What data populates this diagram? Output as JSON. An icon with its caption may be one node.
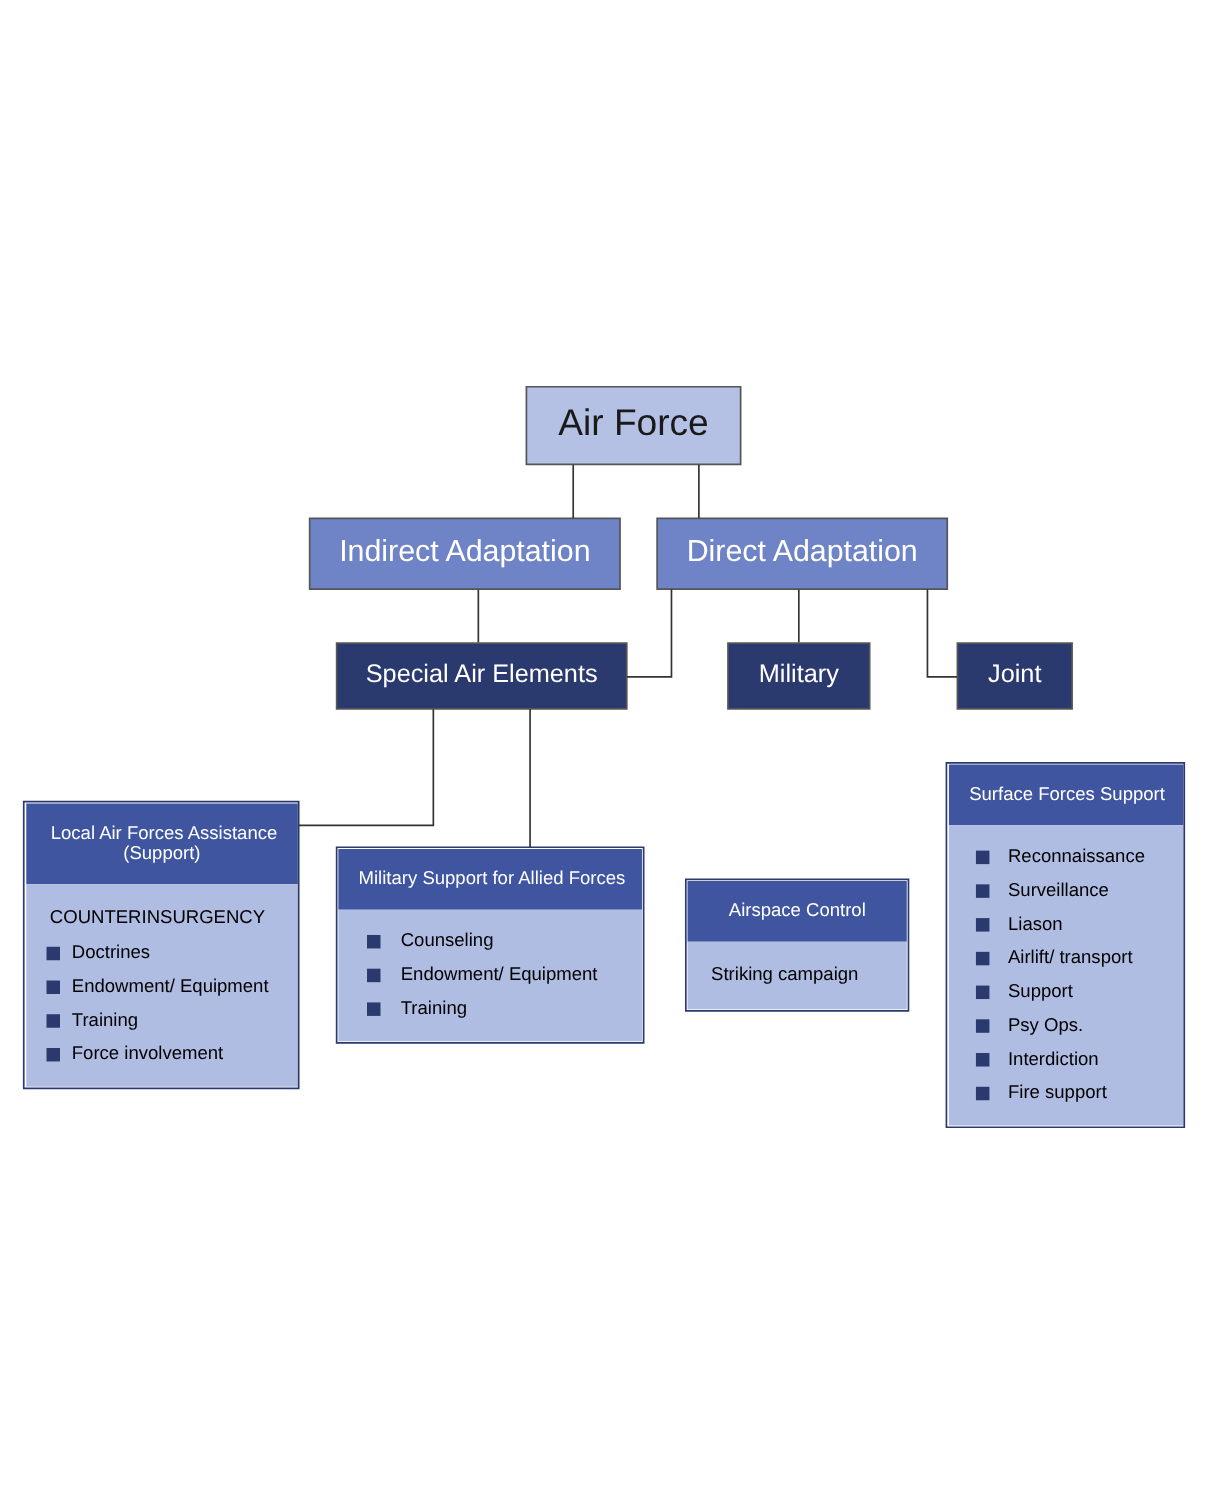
{
  "diagram": {
    "nodes": [
      {
        "text": [
          "Air Force"
        ]
      },
      {
        "text": [
          "Direct Adaptation"
        ]
      },
      {
        "text": [
          "Indirect Adaptation"
        ]
      },
      {
        "text": [
          "Special Air Elements"
        ]
      },
      {
        "text": [
          "Military"
        ]
      },
      {
        "text": [
          "Joint"
        ]
      },
      {
        "text": [
          "Airspace Control",
          "Striking campaign"
        ]
      },
      {
        "text": [
          "Surface Forces Support",
          "Reconnaissance",
          "Surveillance",
          "Liason",
          "Airlift/ transport",
          "Support",
          "Psy Ops.",
          "Interdiction",
          "Fire support"
        ]
      },
      {
        "text": [
          "Local Air Forces Assistance (Support)",
          "COUNTERINSURGENCY",
          "Doctrines",
          "Endowment/ Equipment",
          "Training",
          "Force involvement"
        ]
      },
      {
        "text": [
          "Military Support for Allied Forces",
          "Counseling",
          "Endowment/ Equipment",
          "Training"
        ]
      }
    ],
    "edges": [
      {
        "from": 0,
        "to": 1,
        "arrow": "none"
      },
      {
        "from": 0,
        "to": 2,
        "arrow": "none"
      },
      {
        "from": 1,
        "to": 4,
        "arrow": "none"
      },
      {
        "from": 1,
        "to": 5,
        "arrow": "none"
      },
      {
        "from": 1,
        "to": 3,
        "arrow": "none"
      },
      {
        "from": 2,
        "to": 3,
        "arrow": "none"
      },
      {
        "from": 3,
        "to": 8,
        "arrow": "none"
      },
      {
        "from": 3,
        "to": 9,
        "arrow": "none"
      }
    ]
  }
}
